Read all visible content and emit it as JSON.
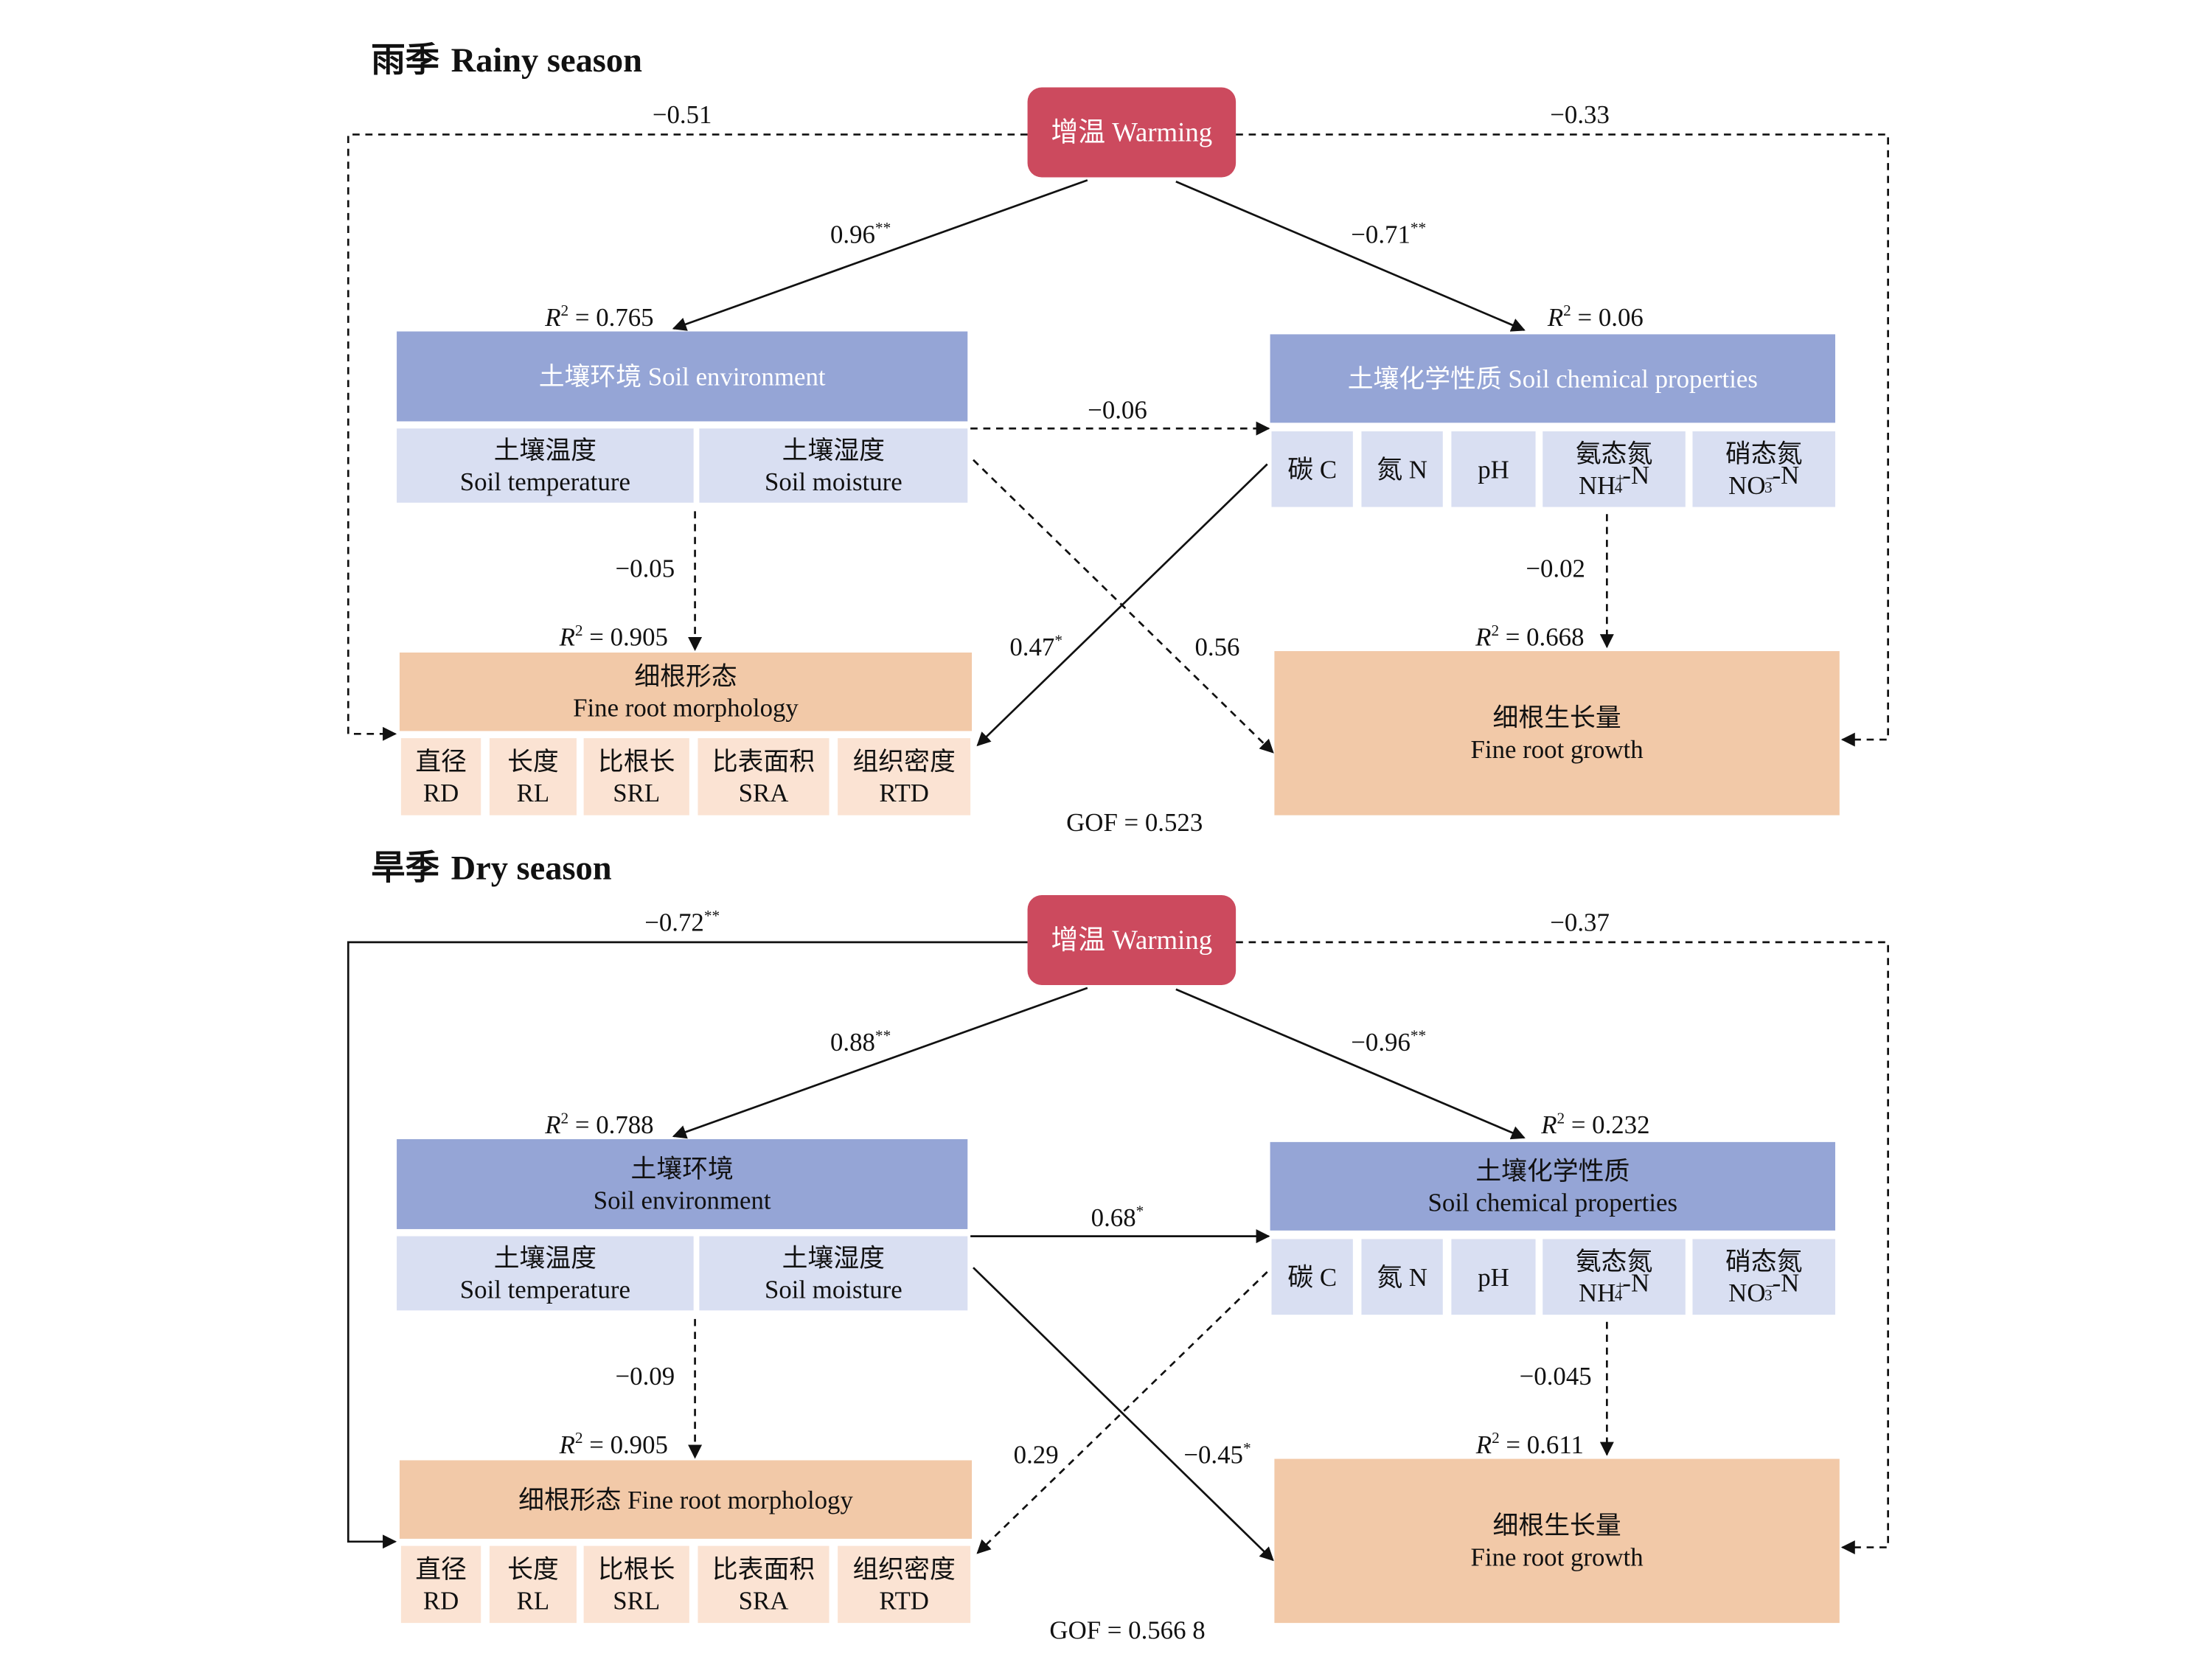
{
  "colors": {
    "warming": "#CC4A5E",
    "header": "#95A5D6",
    "sub": "#D9DFF2",
    "root": "#F2C9A8",
    "root_sub": "#FBE3D3",
    "line": "#111111"
  },
  "r2_symbol": "R",
  "r2_exp": "2",
  "panels": [
    {
      "title_cn": "雨季",
      "title_en": "Rainy season",
      "gof": "GOF = 0.523",
      "nodes": {
        "warming": {
          "label": [
            [
              {
                "t": "增温 Warming"
              }
            ]
          ]
        },
        "env": {
          "label": [
            [
              {
                "t": "土壤环境 Soil environment"
              }
            ]
          ],
          "header_text_dark": false,
          "r2": "0.765",
          "items": [
            [
              [
                {
                  "t": "土壤温度"
                }
              ],
              [
                {
                  "t": "Soil temperature"
                }
              ]
            ],
            [
              [
                {
                  "t": "土壤湿度"
                }
              ],
              [
                {
                  "t": "Soil moisture"
                }
              ]
            ]
          ]
        },
        "chem": {
          "label": [
            [
              {
                "t": "土壤化学性质 Soil chemical properties"
              }
            ]
          ],
          "header_text_dark": false,
          "r2": "0.06",
          "items": [
            [
              [
                {
                  "t": "碳 C"
                }
              ]
            ],
            [
              [
                {
                  "t": "氮 N"
                }
              ]
            ],
            [
              [
                {
                  "t": "pH"
                }
              ]
            ],
            [
              [
                {
                  "t": "氨态氮"
                }
              ],
              [
                {
                  "t": "NH"
                },
                {
                  "t": "+",
                  "s": "sup"
                },
                {
                  "t": "4",
                  "s": "sub"
                },
                {
                  "t": "-N"
                }
              ]
            ],
            [
              [
                {
                  "t": "硝态氮"
                }
              ],
              [
                {
                  "t": "NO"
                },
                {
                  "t": "−",
                  "s": "sup"
                },
                {
                  "t": "3",
                  "s": "sub"
                },
                {
                  "t": "-N"
                }
              ]
            ]
          ]
        },
        "morph": {
          "label": [
            [
              {
                "t": "细根形态"
              }
            ],
            [
              {
                "t": "Fine root morphology"
              }
            ]
          ],
          "r2": "0.905",
          "items": [
            [
              [
                {
                  "t": "直径"
                }
              ],
              [
                {
                  "t": "RD"
                }
              ]
            ],
            [
              [
                {
                  "t": "长度"
                }
              ],
              [
                {
                  "t": "RL"
                }
              ]
            ],
            [
              [
                {
                  "t": "比根长"
                }
              ],
              [
                {
                  "t": "SRL"
                }
              ]
            ],
            [
              [
                {
                  "t": "比表面积"
                }
              ],
              [
                {
                  "t": "SRA"
                }
              ]
            ],
            [
              [
                {
                  "t": "组织密度"
                }
              ],
              [
                {
                  "t": "RTD"
                }
              ]
            ]
          ]
        },
        "growth": {
          "label": [
            [
              {
                "t": "细根生长量"
              }
            ],
            [
              {
                "t": "Fine root growth"
              }
            ]
          ],
          "r2": "0.668"
        }
      },
      "edges": {
        "w_left": {
          "value": "−0.51",
          "sig": "",
          "style": "dashed"
        },
        "w_right": {
          "value": "−0.33",
          "sig": "",
          "style": "dashed"
        },
        "w_env": {
          "value": "0.96",
          "sig": "**",
          "style": "solid"
        },
        "w_chem": {
          "value": "−0.71",
          "sig": "**",
          "style": "solid"
        },
        "env_chem": {
          "value": "−0.06",
          "sig": "",
          "style": "dashed"
        },
        "env_morph": {
          "value": "−0.05",
          "sig": "",
          "style": "dashed"
        },
        "chem_growth": {
          "value": "−0.02",
          "sig": "",
          "style": "dashed"
        },
        "chem_morph": {
          "value": "0.47",
          "sig": "*",
          "style": "solid"
        },
        "env_growth": {
          "value": "0.56",
          "sig": "",
          "style": "dashed"
        }
      }
    },
    {
      "title_cn": "旱季",
      "title_en": "Dry season",
      "gof": "GOF = 0.566 8",
      "nodes": {
        "warming": {
          "label": [
            [
              {
                "t": "增温 Warming"
              }
            ]
          ]
        },
        "env": {
          "label": [
            [
              {
                "t": "土壤环境"
              }
            ],
            [
              {
                "t": "Soil environment"
              }
            ]
          ],
          "header_text_dark": true,
          "r2": "0.788",
          "items": [
            [
              [
                {
                  "t": "土壤温度"
                }
              ],
              [
                {
                  "t": "Soil temperature"
                }
              ]
            ],
            [
              [
                {
                  "t": "土壤湿度"
                }
              ],
              [
                {
                  "t": "Soil moisture"
                }
              ]
            ]
          ]
        },
        "chem": {
          "label": [
            [
              {
                "t": "土壤化学性质"
              }
            ],
            [
              {
                "t": "Soil chemical properties"
              }
            ]
          ],
          "header_text_dark": true,
          "r2": "0.232",
          "items": [
            [
              [
                {
                  "t": "碳 C"
                }
              ]
            ],
            [
              [
                {
                  "t": "氮 N"
                }
              ]
            ],
            [
              [
                {
                  "t": "pH"
                }
              ]
            ],
            [
              [
                {
                  "t": "氨态氮"
                }
              ],
              [
                {
                  "t": "NH"
                },
                {
                  "t": "+",
                  "s": "sup"
                },
                {
                  "t": "4",
                  "s": "sub"
                },
                {
                  "t": "-N"
                }
              ]
            ],
            [
              [
                {
                  "t": "硝态氮"
                }
              ],
              [
                {
                  "t": "NO"
                },
                {
                  "t": "−",
                  "s": "sup"
                },
                {
                  "t": "3",
                  "s": "sub"
                },
                {
                  "t": "-N"
                }
              ]
            ]
          ]
        },
        "morph": {
          "label": [
            [
              {
                "t": "细根形态 Fine root morphology"
              }
            ]
          ],
          "r2": "0.905",
          "items": [
            [
              [
                {
                  "t": "直径"
                }
              ],
              [
                {
                  "t": "RD"
                }
              ]
            ],
            [
              [
                {
                  "t": "长度"
                }
              ],
              [
                {
                  "t": "RL"
                }
              ]
            ],
            [
              [
                {
                  "t": "比根长"
                }
              ],
              [
                {
                  "t": "SRL"
                }
              ]
            ],
            [
              [
                {
                  "t": "比表面积"
                }
              ],
              [
                {
                  "t": "SRA"
                }
              ]
            ],
            [
              [
                {
                  "t": "组织密度"
                }
              ],
              [
                {
                  "t": "RTD"
                }
              ]
            ]
          ]
        },
        "growth": {
          "label": [
            [
              {
                "t": "细根生长量"
              }
            ],
            [
              {
                "t": "Fine root growth"
              }
            ]
          ],
          "r2": "0.611"
        }
      },
      "edges": {
        "w_left": {
          "value": "−0.72",
          "sig": "**",
          "style": "solid"
        },
        "w_right": {
          "value": "−0.37",
          "sig": "",
          "style": "dashed"
        },
        "w_env": {
          "value": "0.88",
          "sig": "**",
          "style": "solid"
        },
        "w_chem": {
          "value": "−0.96",
          "sig": "**",
          "style": "solid"
        },
        "env_chem": {
          "value": "0.68",
          "sig": "*",
          "style": "solid"
        },
        "env_morph": {
          "value": "−0.09",
          "sig": "",
          "style": "dashed"
        },
        "chem_growth": {
          "value": "−0.045",
          "sig": "",
          "style": "dashed"
        },
        "chem_morph": {
          "value": "0.29",
          "sig": "",
          "style": "dashed"
        },
        "env_growth": {
          "value": "−0.45",
          "sig": "*",
          "style": "solid"
        }
      }
    }
  ]
}
